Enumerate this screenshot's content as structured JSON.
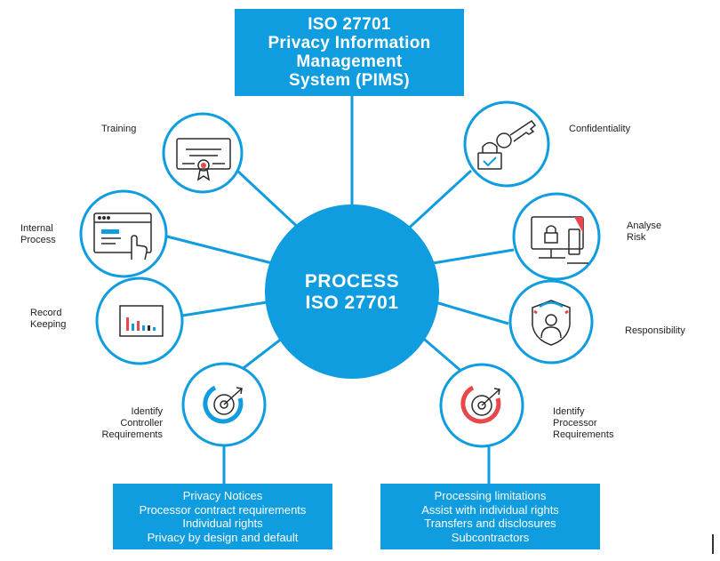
{
  "top_box": {
    "lines": [
      "ISO 27701",
      "Privacy Information",
      "Management",
      "System (PIMS)"
    ]
  },
  "center": {
    "lines": [
      "PROCESS",
      "ISO 27701"
    ]
  },
  "nodes": {
    "training": {
      "lines": [
        "Training"
      ],
      "icon": "certificate-icon"
    },
    "internal_process": {
      "lines": [
        "Internal",
        "Process"
      ],
      "icon": "web-form-click-icon"
    },
    "record_keeping": {
      "lines": [
        "Record",
        "Keeping"
      ],
      "icon": "bar-chart-icon"
    },
    "identify_controller": {
      "lines": [
        "Identify",
        "Controller",
        "Requirements"
      ],
      "icon": "target-blue-icon"
    },
    "confidentiality": {
      "lines": [
        "Confidentiality"
      ],
      "icon": "key-lock-icon"
    },
    "analyse_risk": {
      "lines": [
        "Analyse",
        "Risk"
      ],
      "icon": "monitor-lock-icon"
    },
    "responsibility": {
      "lines": [
        "Responsibility"
      ],
      "icon": "shield-person-icon"
    },
    "identify_processor": {
      "lines": [
        "Identify",
        "Processor",
        "Requirements"
      ],
      "icon": "target-red-icon"
    }
  },
  "left_box": {
    "lines": [
      "Privacy Notices",
      "Processor contract requirements",
      "Individual rights",
      "Privacy by design and default"
    ]
  },
  "right_box": {
    "lines": [
      "Processing limitations",
      "Assist with individual rights",
      "Transfers and disclosures",
      "Subcontractors"
    ]
  },
  "colors": {
    "primary": "#0f9de0",
    "accent_red": "#e8474c",
    "icon_dark": "#2b2b2b"
  }
}
